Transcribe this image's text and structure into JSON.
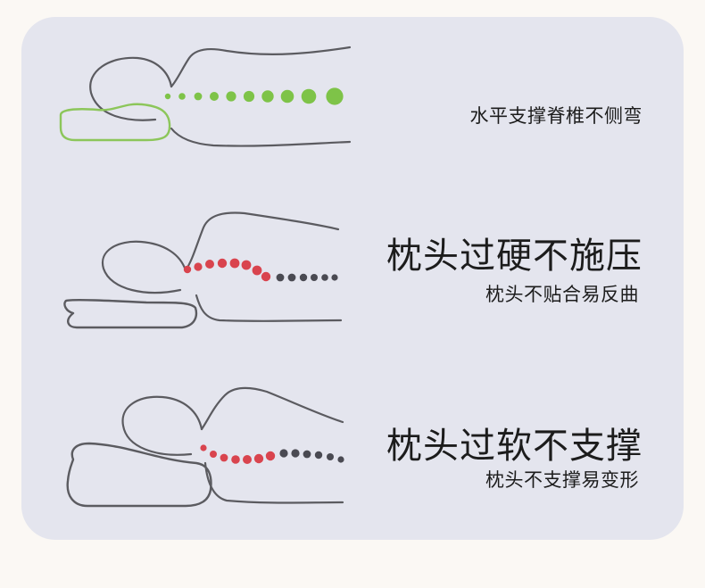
{
  "rows": [
    {
      "id": "correct",
      "headline": "",
      "caption": "水平支撑脊椎不侧弯",
      "spine_color": "#7ec348",
      "pillow_color": "#8cc65a"
    },
    {
      "id": "too-hard",
      "headline": "枕头过硬不施压",
      "caption": "枕头不贴合易反曲",
      "spine_highlight_color": "#d9444e",
      "spine_base_color": "#4a4a52"
    },
    {
      "id": "too-soft",
      "headline": "枕头过软不支撑",
      "caption": "枕头不支撑易变形",
      "spine_highlight_color": "#d9444e",
      "spine_base_color": "#4a4a52"
    }
  ]
}
